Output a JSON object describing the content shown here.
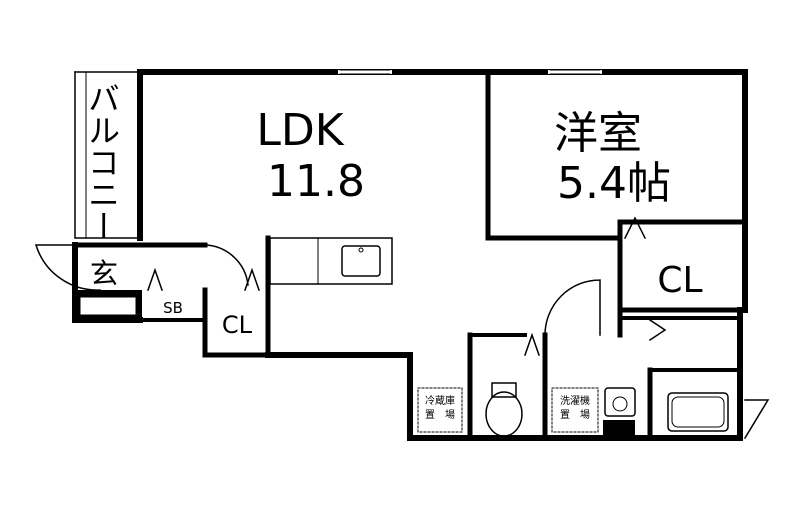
{
  "rooms": {
    "ldk": {
      "name": "LDK",
      "size": "11.8"
    },
    "western": {
      "name": "洋室",
      "size": "5.4帖"
    },
    "balcony": {
      "name": "バルコニー"
    },
    "entrance": {
      "name": "玄"
    },
    "shoe_box": {
      "name": "SB"
    },
    "closet_main": {
      "name": "CL"
    },
    "closet_small": {
      "name": "CL"
    }
  },
  "fixtures": {
    "fridge": {
      "line1": "冷蔵庫",
      "line2": "置　場"
    },
    "washer": {
      "line1": "洗濯機",
      "line2": "置　場"
    }
  }
}
